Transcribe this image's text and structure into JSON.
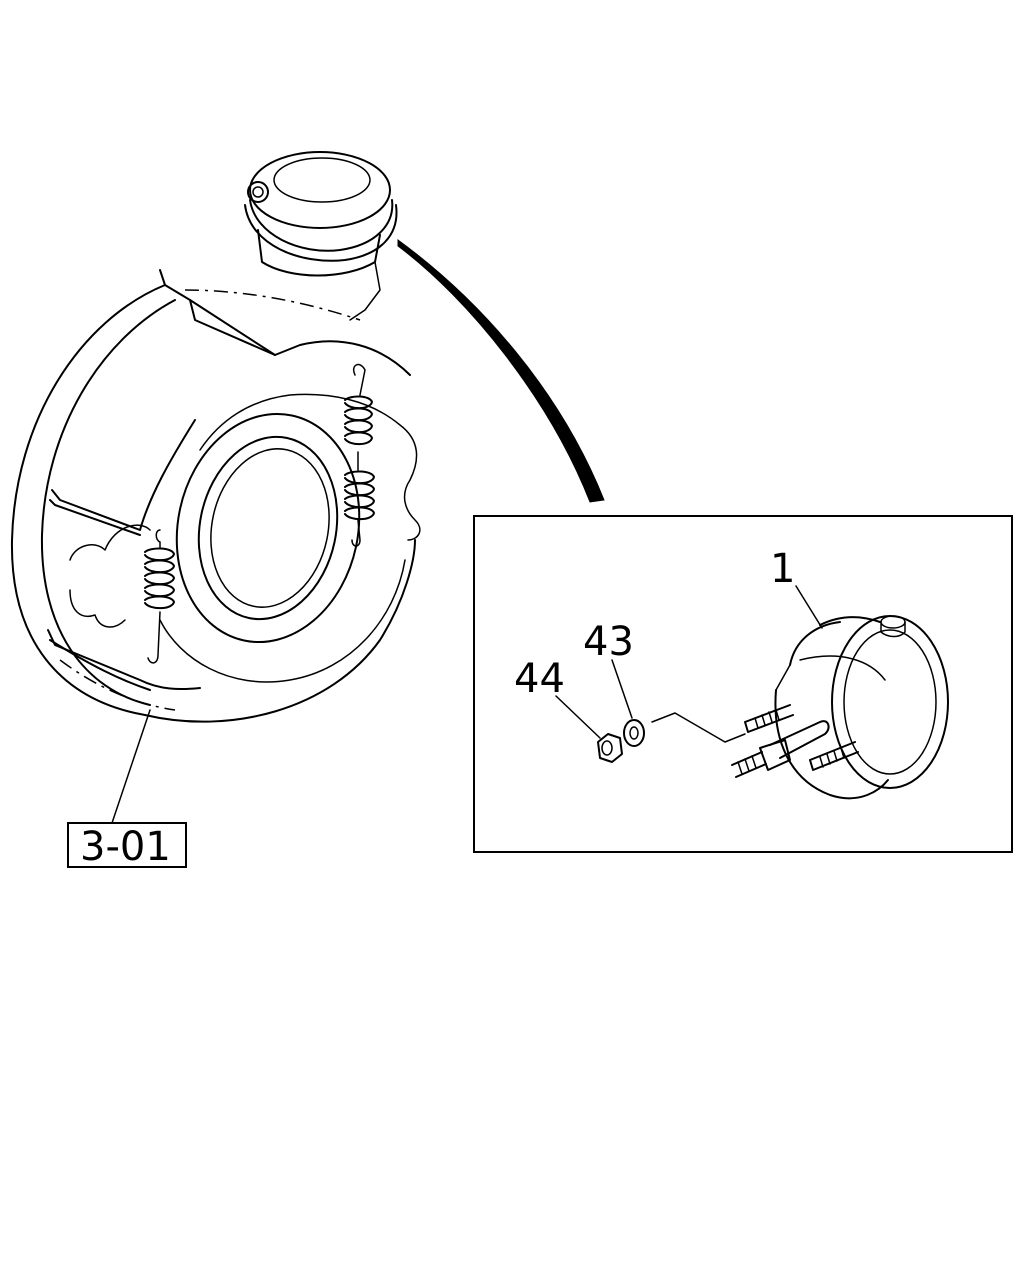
{
  "callouts": {
    "part_1": "1",
    "part_43": "43",
    "part_44": "44",
    "section_ref": "3-01"
  },
  "colors": {
    "line": "#000000",
    "background": "#ffffff"
  }
}
